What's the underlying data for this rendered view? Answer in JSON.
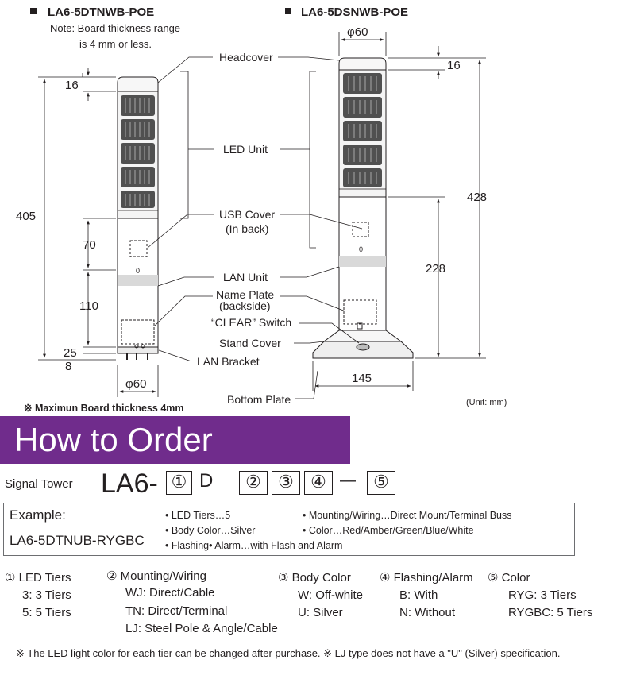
{
  "models": {
    "left": {
      "title": "LA6-5DTNWB-POE",
      "note_line1": "Note: Board thickness range",
      "note_line2": "is 4 mm or less."
    },
    "right": {
      "title": "LA6-5DSNWB-POE"
    }
  },
  "dimensions": {
    "left_16": "16",
    "left_405": "405",
    "left_70": "70",
    "left_110": "110",
    "left_25": "25",
    "left_8": "8",
    "left_dia": "φ60",
    "right_dia": "φ60",
    "right_16": "16",
    "right_428": "428",
    "right_228": "228",
    "right_145": "145"
  },
  "labels": {
    "headcover": "Headcover",
    "led_unit": "LED Unit",
    "usb_cover_1": "USB Cover",
    "usb_cover_2": "(In back)",
    "lan_unit": "LAN Unit",
    "name_plate_1": "Name Plate",
    "name_plate_2": "(backside)",
    "clear_switch": "“CLEAR” Switch",
    "stand_cover": "Stand Cover",
    "lan_bracket": "LAN Bracket",
    "bottom_plate": "Bottom Plate",
    "unit": "(Unit: mm)",
    "board_note": "※ Maximun Board thickness 4mm",
    "usb_zero": "0"
  },
  "order": {
    "title": "How to Order",
    "signal_tower": "Signal Tower",
    "prefix": "LA6-",
    "box1": "①",
    "fixed_d": "D",
    "box2": "②",
    "box3": "③",
    "box4": "④",
    "dash": "—",
    "box5": "⑤"
  },
  "example": {
    "label": "Example:",
    "code": "LA6-5DTNUB-RYGBC",
    "b1": "• LED Tiers…5",
    "b2": "• Body Color…Silver",
    "b3": "• Flashing• Alarm…with Flash and Alarm",
    "b4": "• Mounting/Wiring…Direct Mount/Terminal Buss",
    "b5": "• Color…Red/Amber/Green/Blue/White"
  },
  "options": {
    "c1": {
      "head": "①  LED Tiers",
      "l1": "3: 3 Tiers",
      "l2": "5: 5 Tiers"
    },
    "c2": {
      "head": "② Mounting/Wiring",
      "l1": "WJ: Direct/Cable",
      "l2": "TN:  Direct/Terminal",
      "l3": "LJ:  Steel Pole & Angle/Cable"
    },
    "c3": {
      "head": "③  Body Color",
      "l1": "W:  Off-white",
      "l2": "U:  Silver"
    },
    "c4": {
      "head": "④  Flashing/Alarm",
      "l1": "B:  With",
      "l2": "N:  Without"
    },
    "c5": {
      "head": "⑤  Color",
      "l1": "RYG: 3 Tiers",
      "l2": "RYGBC: 5 Tiers"
    }
  },
  "footnote": "※ The LED light color for each tier can be changed after purchase.   ※ LJ type does not have a \"U\" (Silver) specification."
}
